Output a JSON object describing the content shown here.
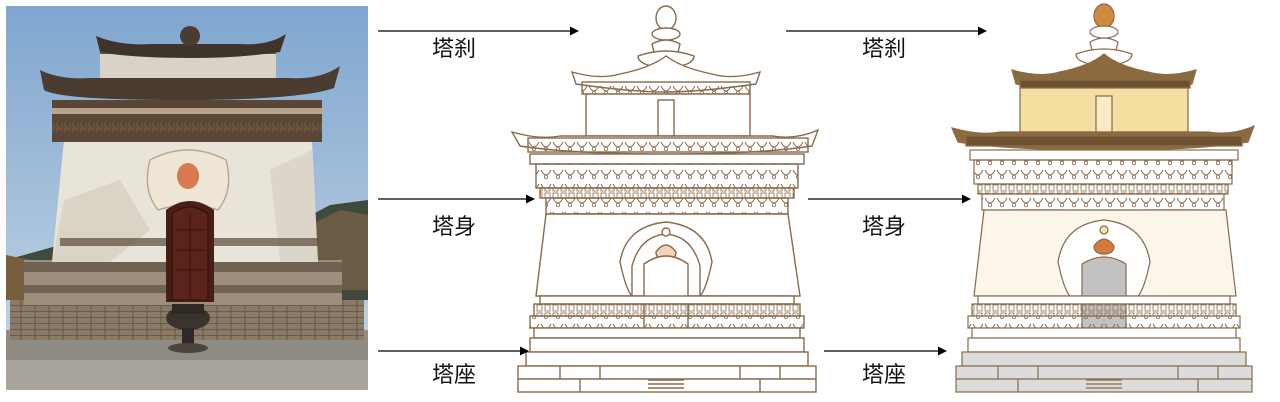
{
  "labels": {
    "top": "塔刹",
    "middle": "塔身",
    "bottom": "塔座"
  },
  "colors": {
    "line": "#8a6a4a",
    "roof_brown": "#8b6a3e",
    "upper_body": "#f3dfa0",
    "body_fill": "#fbf5ea",
    "door_gray": "#c2c2c2",
    "base_gray": "#dcdcdc",
    "finial_orange": "#d08a3c",
    "emblem": "#d67a3c"
  }
}
